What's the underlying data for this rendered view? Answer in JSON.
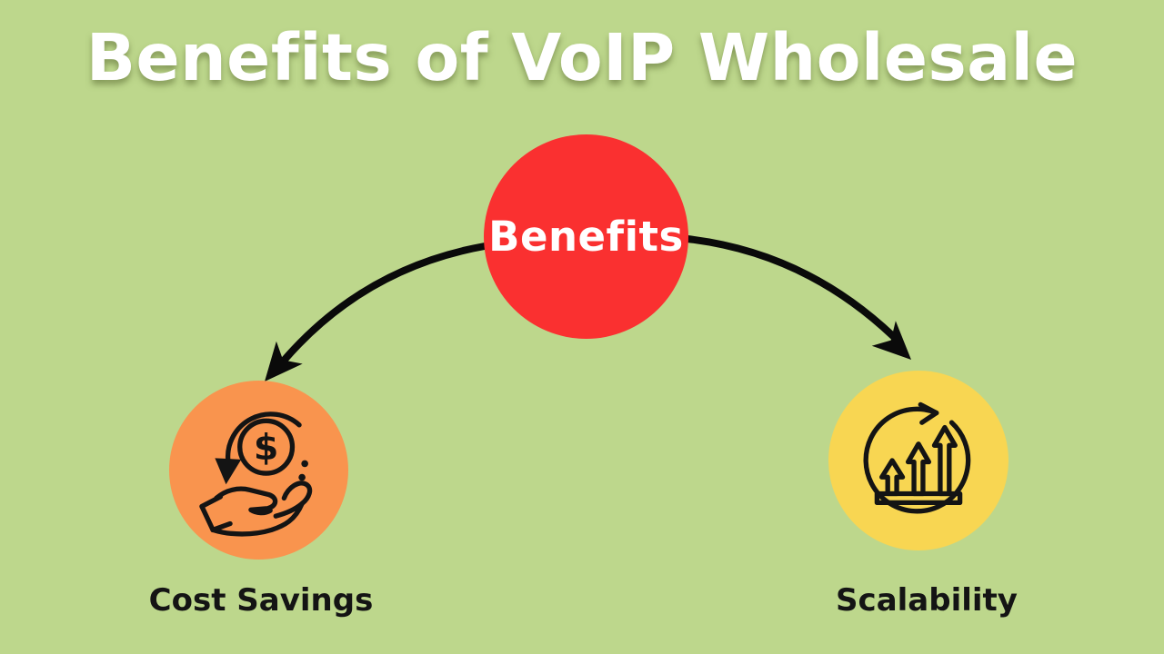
{
  "title": "Benefits of VoIP Wholesale",
  "center_node": {
    "label": "Benefits",
    "color": "#FA3030",
    "text_color": "#FFFFFF"
  },
  "branches": [
    {
      "id": "cost-savings",
      "label": "Cost Savings",
      "color": "#F9944E",
      "icon": "cashback-hand-icon",
      "icon_glyph": "$"
    },
    {
      "id": "scalability",
      "label": "Scalability",
      "color": "#F8D652",
      "icon": "growth-arrows-icon"
    }
  ],
  "colors": {
    "background": "#BDD78C",
    "arrow": "#0A0A0A",
    "icon_stroke": "#141414",
    "label_text": "#141414",
    "title_text": "#FFFFFF"
  }
}
